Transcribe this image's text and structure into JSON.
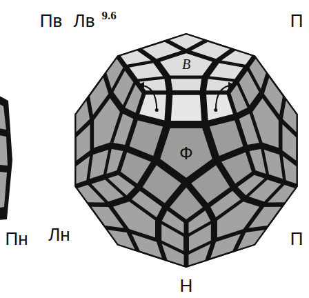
{
  "diagram": {
    "labels": [
      "9.6",
      "Пв",
      "Лв",
      "П",
      "В",
      "Ф",
      "Пн",
      "Лн",
      "П",
      "Н"
    ]
  }
}
